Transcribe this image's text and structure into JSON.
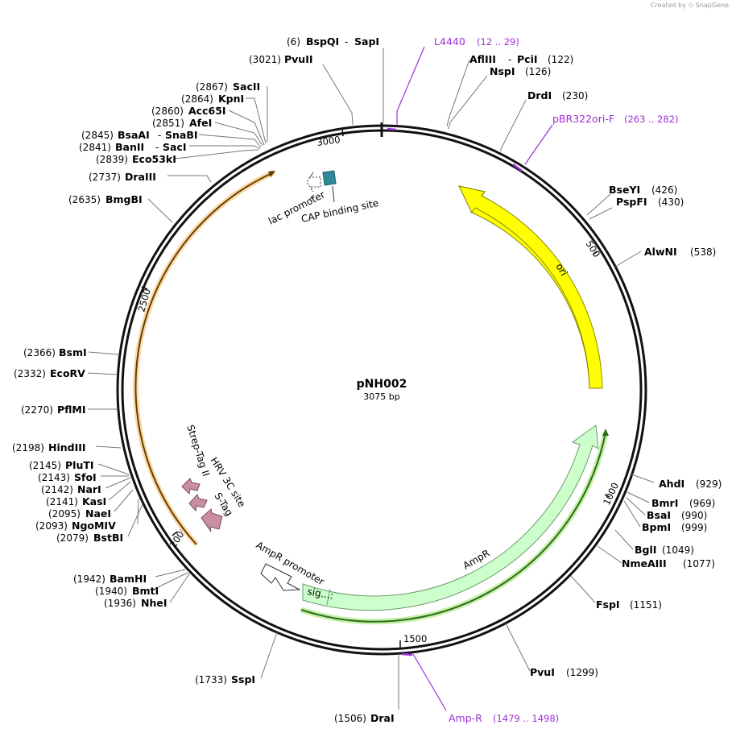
{
  "credit": {
    "text": "Created by",
    "brand": "SnapGene"
  },
  "plasmid": {
    "name": "pNH002",
    "length": 3075,
    "length_label": "3075 bp"
  },
  "colors": {
    "ori": "#ffff00",
    "ampr": "#ccffcc",
    "orange_line": "#f4b942",
    "green_line": "#4caf50",
    "primer": "#9b2fd6",
    "tag": "#c98ea4",
    "cap": "#2e8a99"
  },
  "ticks": [
    "500",
    "1000",
    "1500",
    "2000",
    "2500",
    "3000"
  ],
  "enzymes": [
    {
      "pos": "(6)",
      "name": "BspQI",
      "name2": "SapI"
    },
    {
      "pos": "(3021)",
      "name": "PvuII"
    },
    {
      "pos": "(122)",
      "name": "AflIII",
      "name2": "PciI",
      "pos_after": true
    },
    {
      "pos": "(126)",
      "name": "NspI",
      "pos_after": true
    },
    {
      "pos": "(230)",
      "name": "DrdI",
      "pos_after": true
    },
    {
      "pos": "(426)",
      "name": "BseYI",
      "pos_after": true
    },
    {
      "pos": "(430)",
      "name": "PspFI",
      "pos_after": true
    },
    {
      "pos": "(538)",
      "name": "AlwNI",
      "pos_after": true
    },
    {
      "pos": "(929)",
      "name": "AhdI",
      "pos_after": true
    },
    {
      "pos": "(969)",
      "name": "BmrI",
      "pos_after": true
    },
    {
      "pos": "(990)",
      "name": "BsaI",
      "pos_after": true
    },
    {
      "pos": "(999)",
      "name": "BpmI",
      "pos_after": true
    },
    {
      "pos": "(1049)",
      "name": "BglI",
      "pos_after": true
    },
    {
      "pos": "(1077)",
      "name": "NmeAIII",
      "pos_after": true
    },
    {
      "pos": "(1151)",
      "name": "FspI",
      "pos_after": true
    },
    {
      "pos": "(1299)",
      "name": "PvuI",
      "pos_after": true
    },
    {
      "pos": "(1506)",
      "name": "DraI"
    },
    {
      "pos": "(1733)",
      "name": "SspI"
    },
    {
      "pos": "(1942)",
      "name": "BamHI"
    },
    {
      "pos": "(1940)",
      "name": "BmtI"
    },
    {
      "pos": "(1936)",
      "name": "NheI"
    },
    {
      "pos": "(2079)",
      "name": "BstBI"
    },
    {
      "pos": "(2093)",
      "name": "NgoMIV"
    },
    {
      "pos": "(2095)",
      "name": "NaeI"
    },
    {
      "pos": "(2141)",
      "name": "KasI"
    },
    {
      "pos": "(2142)",
      "name": "NarI"
    },
    {
      "pos": "(2143)",
      "name": "SfoI"
    },
    {
      "pos": "(2145)",
      "name": "PluTI"
    },
    {
      "pos": "(2198)",
      "name": "HindIII"
    },
    {
      "pos": "(2270)",
      "name": "PflMI"
    },
    {
      "pos": "(2332)",
      "name": "EcoRV"
    },
    {
      "pos": "(2366)",
      "name": "BsmI"
    },
    {
      "pos": "(2635)",
      "name": "BmgBI"
    },
    {
      "pos": "(2737)",
      "name": "DraIII"
    },
    {
      "pos": "(2839)",
      "name": "Eco53kI"
    },
    {
      "pos": "(2841)",
      "name": "BanII",
      "name2": "SacI"
    },
    {
      "pos": "(2845)",
      "name": "BsaAI",
      "name2": "SnaBI"
    },
    {
      "pos": "(2851)",
      "name": "AfeI"
    },
    {
      "pos": "(2860)",
      "name": "Acc65I"
    },
    {
      "pos": "(2864)",
      "name": "KpnI"
    },
    {
      "pos": "(2867)",
      "name": "SacII"
    }
  ],
  "primers": [
    {
      "name": "L4440",
      "range": "(12 .. 29)"
    },
    {
      "name": "pBR322ori-F",
      "range": "(263 .. 282)"
    },
    {
      "name": "Amp-R",
      "range": "(1479 .. 1498)"
    }
  ],
  "features": {
    "ori": "ori",
    "ampr": "AmpR",
    "sig": "sig...:",
    "ampr_promoter": "AmpR promoter",
    "lac_promoter": "lac promoter",
    "cap_site": "CAP binding site",
    "strep_tag": "Strep-Tag II",
    "hrv_site": "HRV 3C site",
    "s_tag": "S-Tag"
  }
}
